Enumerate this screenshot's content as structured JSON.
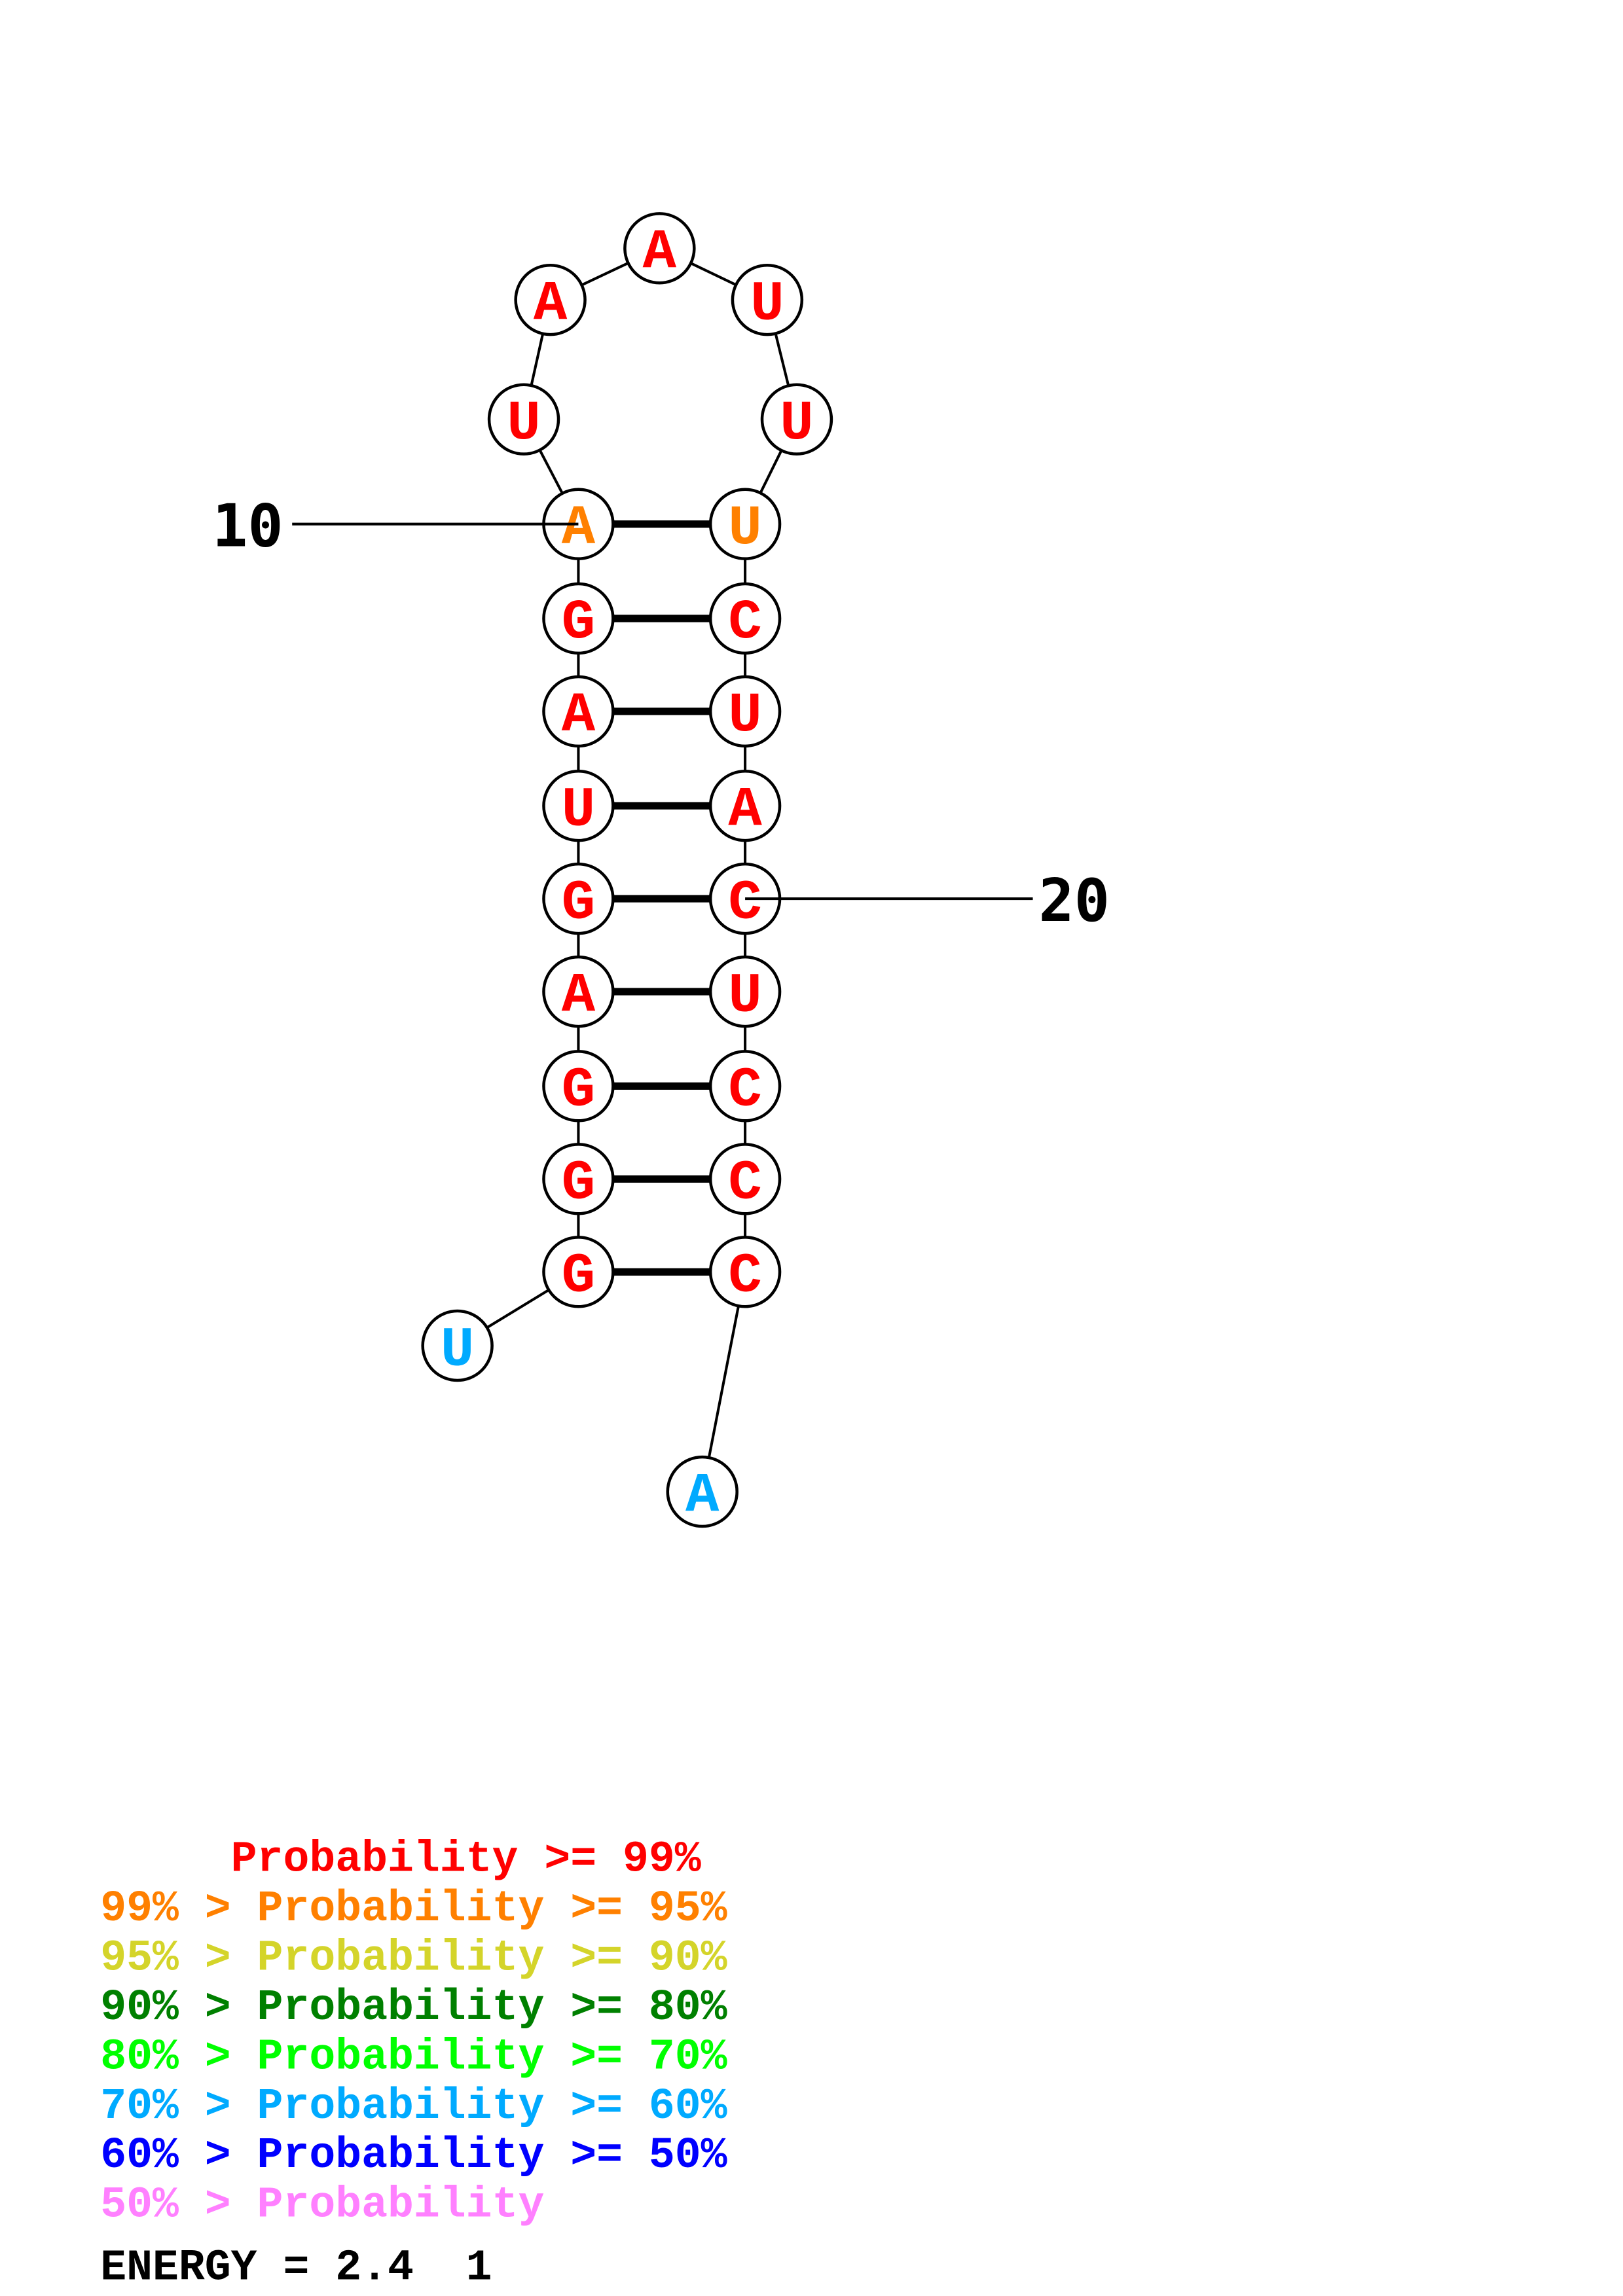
{
  "structure": {
    "nucleotides": [
      {
        "base": "U",
        "prob": "p60_70"
      },
      {
        "base": "G",
        "prob": "p99"
      },
      {
        "base": "G",
        "prob": "p99"
      },
      {
        "base": "G",
        "prob": "p99"
      },
      {
        "base": "A",
        "prob": "p99"
      },
      {
        "base": "G",
        "prob": "p99"
      },
      {
        "base": "U",
        "prob": "p99"
      },
      {
        "base": "A",
        "prob": "p99"
      },
      {
        "base": "G",
        "prob": "p99"
      },
      {
        "base": "A",
        "prob": "p95_99"
      },
      {
        "base": "U",
        "prob": "p99"
      },
      {
        "base": "A",
        "prob": "p99"
      },
      {
        "base": "A",
        "prob": "p99"
      },
      {
        "base": "U",
        "prob": "p99"
      },
      {
        "base": "U",
        "prob": "p99"
      },
      {
        "base": "U",
        "prob": "p95_99"
      },
      {
        "base": "C",
        "prob": "p99"
      },
      {
        "base": "U",
        "prob": "p99"
      },
      {
        "base": "A",
        "prob": "p99"
      },
      {
        "base": "C",
        "prob": "p99"
      },
      {
        "base": "U",
        "prob": "p99"
      },
      {
        "base": "C",
        "prob": "p99"
      },
      {
        "base": "C",
        "prob": "p99"
      },
      {
        "base": "C",
        "prob": "p99"
      },
      {
        "base": "A",
        "prob": "p60_70"
      }
    ],
    "pairs": [
      [
        2,
        24
      ],
      [
        3,
        23
      ],
      [
        4,
        22
      ],
      [
        5,
        21
      ],
      [
        6,
        20
      ],
      [
        7,
        19
      ],
      [
        8,
        18
      ],
      [
        9,
        17
      ],
      [
        10,
        16
      ]
    ],
    "position_labels": [
      {
        "index": 10,
        "text": "10"
      },
      {
        "index": 20,
        "text": "20"
      }
    ]
  },
  "colors": {
    "p99": "#ff0000",
    "p95_99": "#ff8000",
    "p90_95": "#d4d42a",
    "p80_90": "#008000",
    "p70_80": "#00ff00",
    "p60_70": "#00aaff",
    "p50_60": "#0000ff",
    "p_lt50": "#ff80ff"
  },
  "legend": [
    {
      "text": "     Probability >= 99%",
      "prob": "p99"
    },
    {
      "text": "99% > Probability >= 95%",
      "prob": "p95_99"
    },
    {
      "text": "95% > Probability >= 90%",
      "prob": "p90_95"
    },
    {
      "text": "90% > Probability >= 80%",
      "prob": "p80_90"
    },
    {
      "text": "80% > Probability >= 70%",
      "prob": "p70_80"
    },
    {
      "text": "70% > Probability >= 60%",
      "prob": "p60_70"
    },
    {
      "text": "60% > Probability >= 50%",
      "prob": "p50_60"
    },
    {
      "text": "50% > Probability",
      "prob": "p_lt50"
    }
  ],
  "energy": "ENERGY = 2.4  1"
}
